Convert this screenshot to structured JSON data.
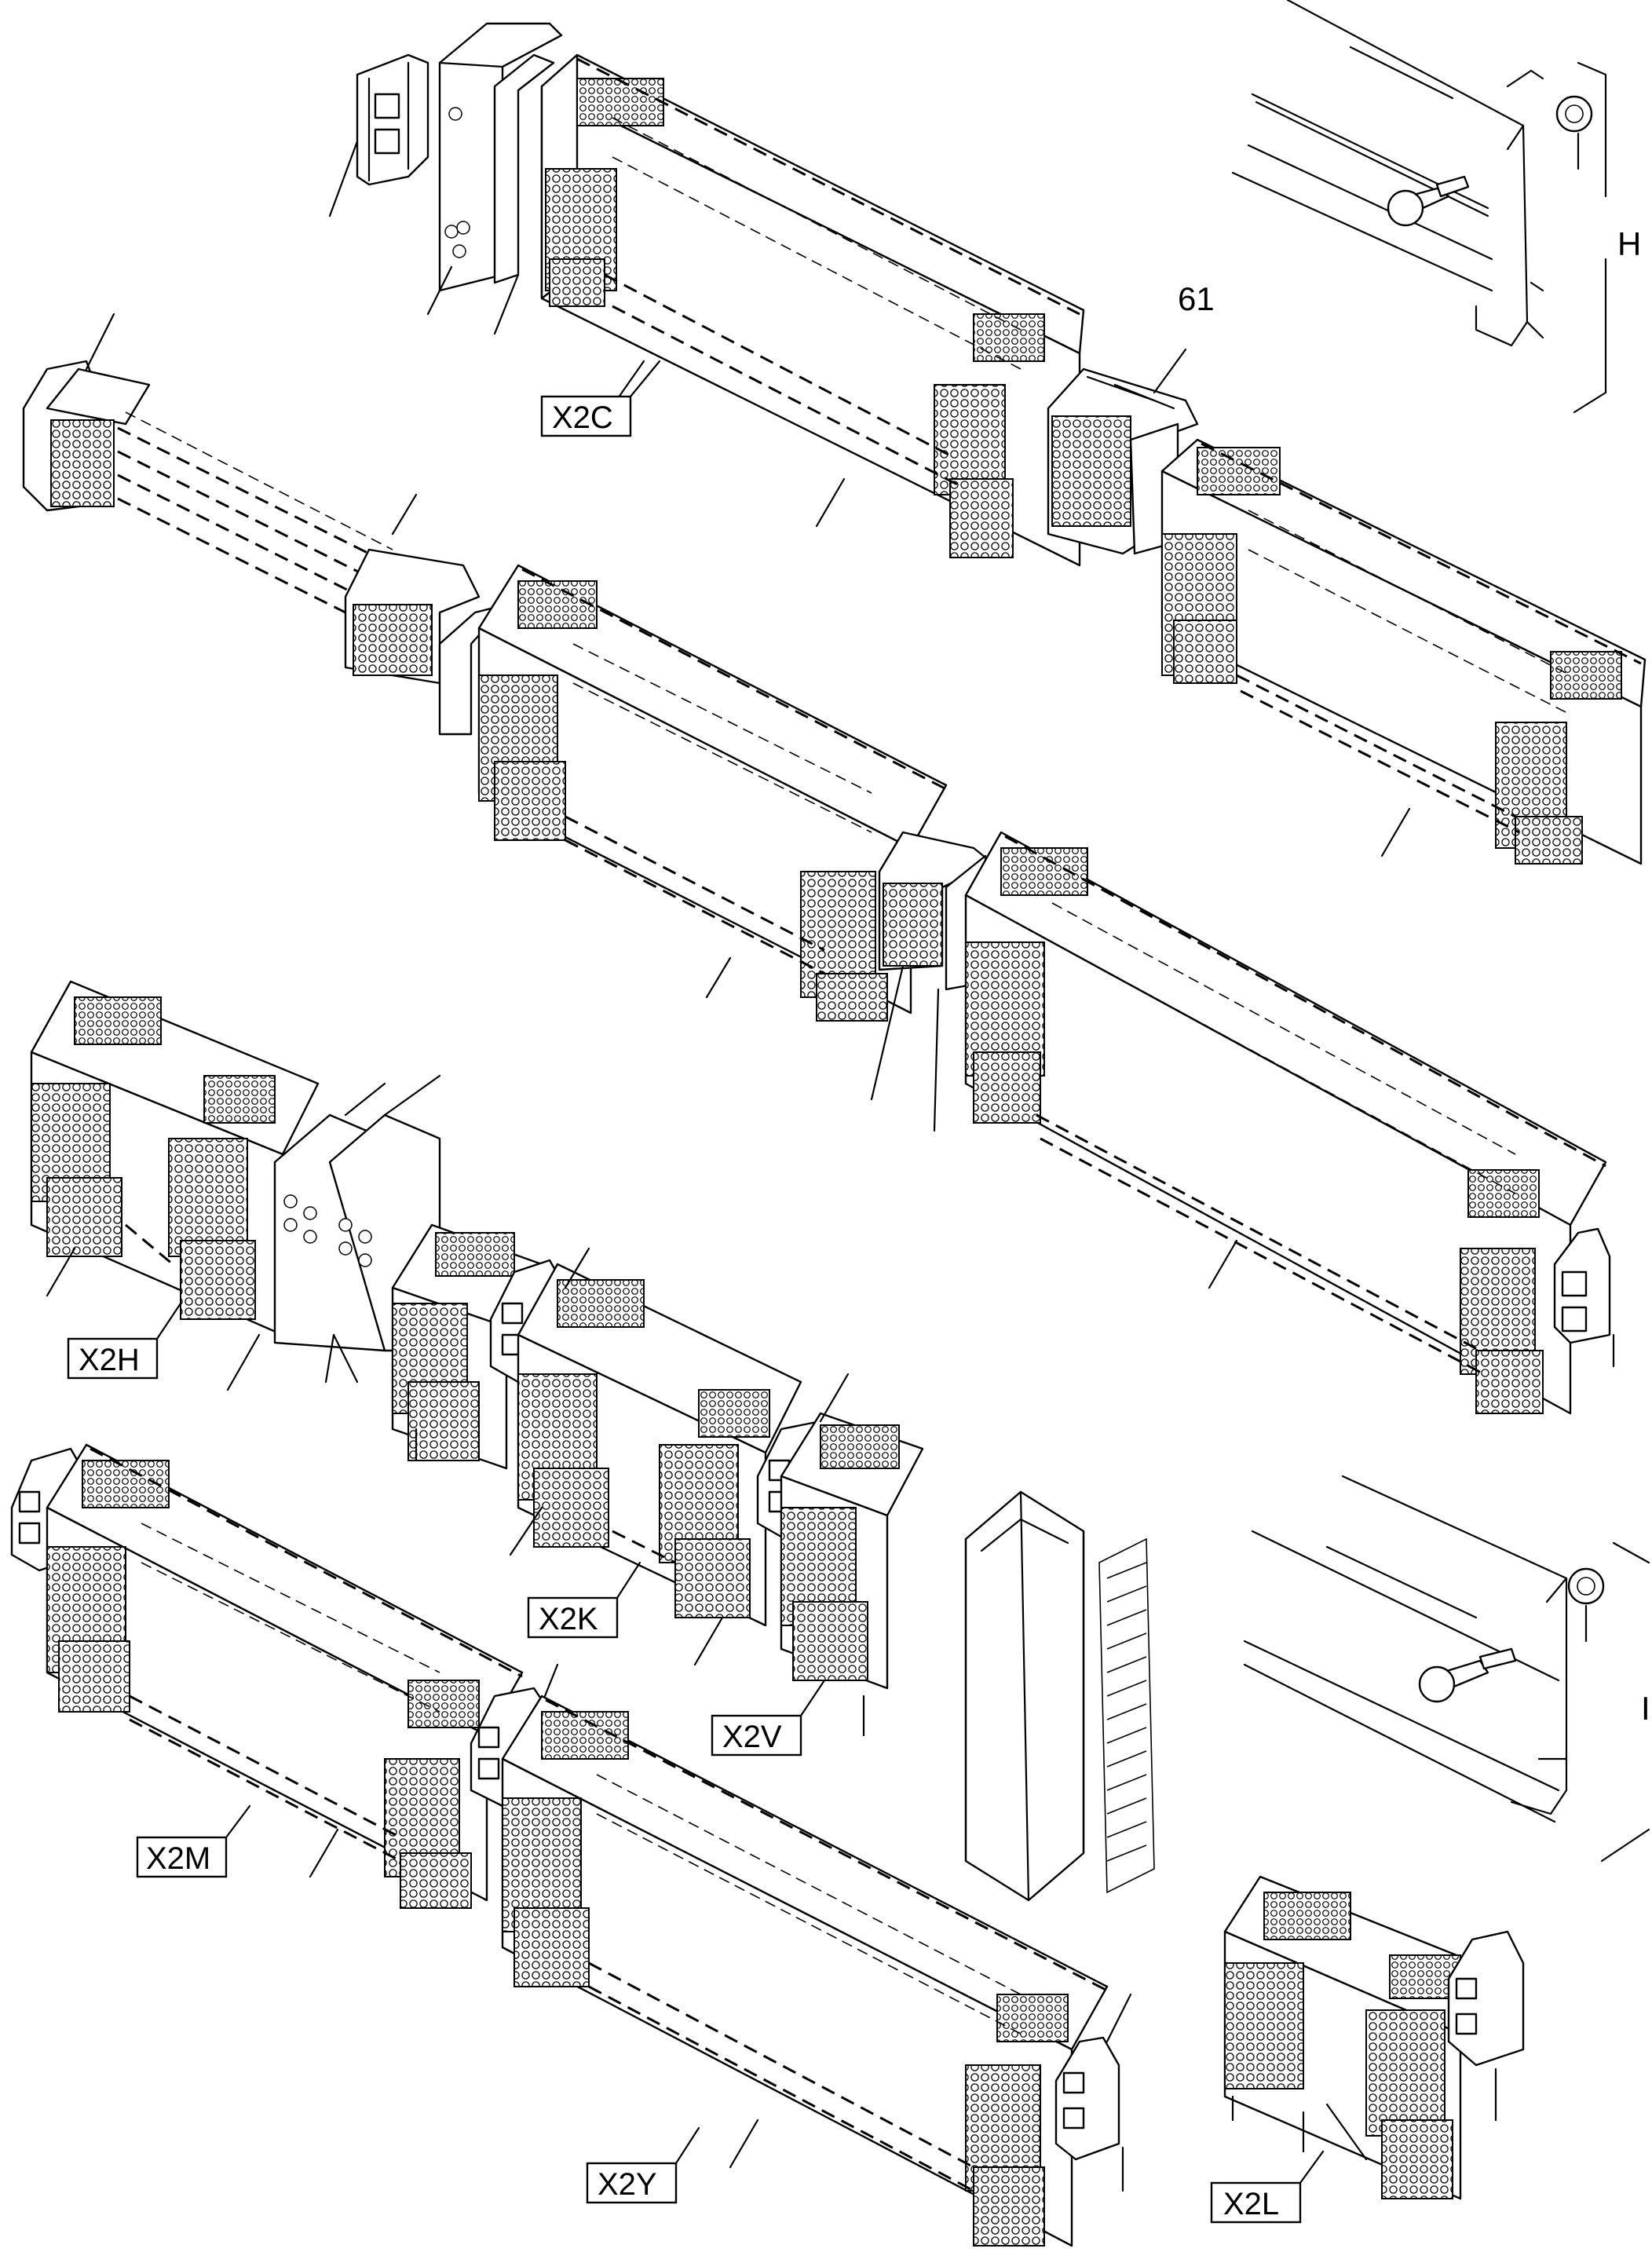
{
  "labels": {
    "x2c": "X2C",
    "x2h": "X2H",
    "x2k": "X2K",
    "x2v": "X2V",
    "x2m": "X2M",
    "x2y": "X2Y",
    "x2l": "X2L",
    "item_61": "61",
    "detail_h": "H",
    "detail_i": "I"
  }
}
